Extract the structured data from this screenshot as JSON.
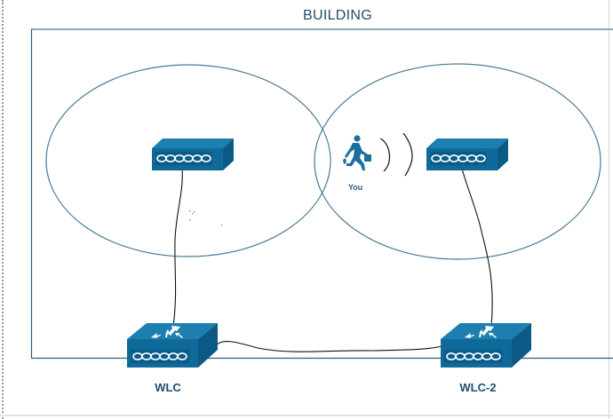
{
  "diagram": {
    "title": "BUILDING",
    "colors": {
      "device_fill": "#0f6a9a",
      "device_top": "#1d7fb0",
      "device_side": "#0b5a85",
      "border": "#2e5d75",
      "ellipse": "#4a7a95",
      "wire": "#111111",
      "text": "#1f4e6b"
    },
    "nodes": [
      {
        "id": "ap-1",
        "type": "access-point",
        "label": ""
      },
      {
        "id": "ap-2",
        "type": "access-point",
        "label": ""
      },
      {
        "id": "user",
        "type": "person-walking",
        "label": "You"
      },
      {
        "id": "wlc-1",
        "type": "wireless-lan-controller",
        "label": "WLC"
      },
      {
        "id": "wlc-2",
        "type": "wireless-lan-controller",
        "label": "WLC-2"
      }
    ],
    "coverage_areas": [
      {
        "id": "cell-1",
        "around": "ap-1"
      },
      {
        "id": "cell-2",
        "around": "ap-2"
      }
    ],
    "links": [
      {
        "from": "ap-1",
        "to": "wlc-1",
        "style": "hand-drawn"
      },
      {
        "from": "ap-2",
        "to": "wlc-2",
        "style": "hand-drawn"
      },
      {
        "from": "wlc-1",
        "to": "wlc-2",
        "style": "hand-drawn"
      },
      {
        "from": "user",
        "to": "ap-2",
        "style": "wireless-arcs"
      }
    ]
  }
}
